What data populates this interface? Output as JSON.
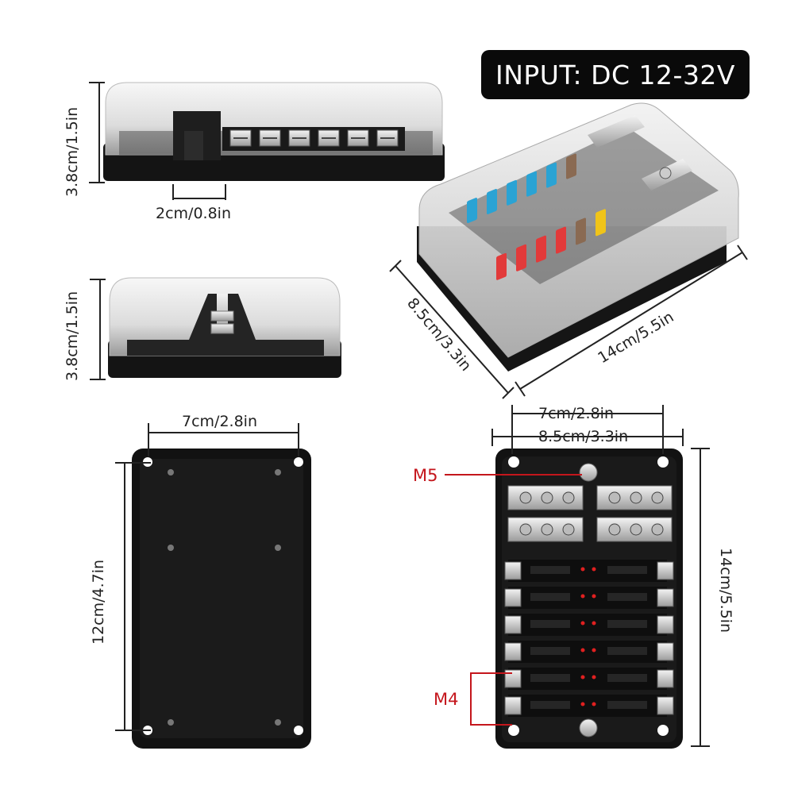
{
  "badge": {
    "input_text": "INPUT: DC 12-32V"
  },
  "side_view": {
    "height_label": "3.8cm/1.5in",
    "terminal_width_label": "2cm/0.8in"
  },
  "end_view": {
    "height_label": "3.8cm/1.5in"
  },
  "iso_view": {
    "depth_label": "8.5cm/3.3in",
    "length_label": "14cm/5.5in"
  },
  "bottom_view": {
    "hole_spacing_label": "7cm/2.8in",
    "hole_length_label": "12cm/4.7in"
  },
  "top_view": {
    "hole_spacing_label": "7cm/2.8in",
    "width_label": "8.5cm/3.3in",
    "length_label": "14cm/5.5in",
    "stud_label": "M5",
    "screw_label": "M4"
  },
  "colors": {
    "dimension_line": "#222222",
    "callout_red": "#c4161c",
    "housing_black": "#141414",
    "cover_clear": "#e6e6e6"
  },
  "fuse_colors": [
    "#2aa3d4",
    "#e23a3a",
    "#f0c419",
    "#e9852a",
    "#8a6a52"
  ]
}
